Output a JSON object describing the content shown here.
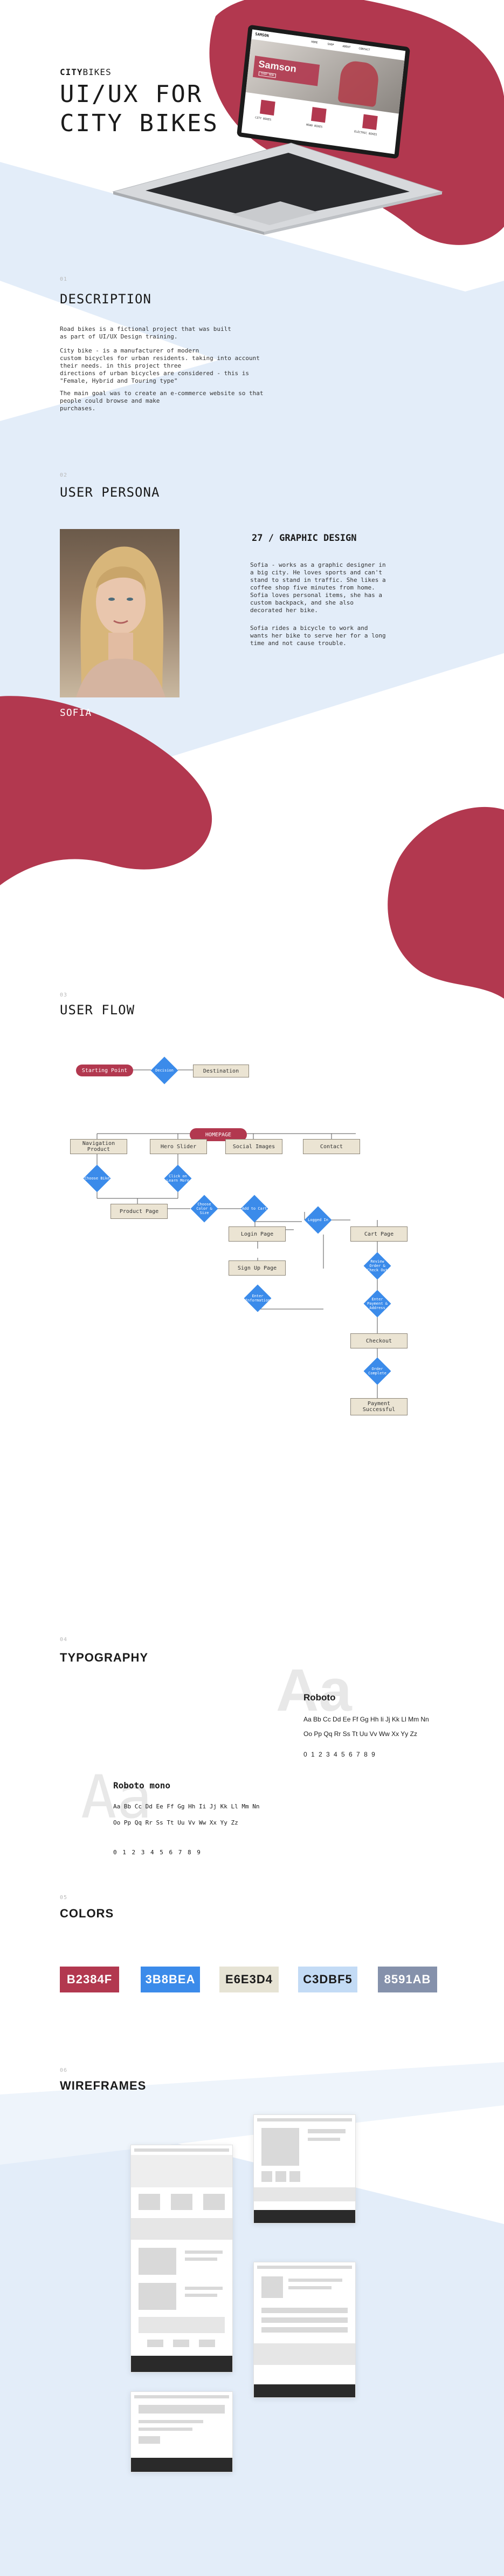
{
  "brand": {
    "bold": "CITY",
    "light": "BIKES"
  },
  "hero": {
    "title": "UI/UX FOR\nCITY BIKES"
  },
  "laptop": {
    "site_logo": "SAMSON",
    "nav_items": [
      "HOME",
      "SHOP",
      "ABOUT",
      "CONTACT"
    ],
    "hero_word": "Samson",
    "hero_button": "SHOP NOW",
    "categories": [
      "CITY BIKES",
      "ROAD BIKES",
      "ELECTRIC BIKES"
    ]
  },
  "description": {
    "num": "01",
    "title": "DESCRIPTION",
    "p1": "Road bikes is a fictional project that was built\nas part of UI/UX Design training.",
    "p2": "City bike - is a manufacturer of modern\ncustom bicycles for urban residents. taking into account\ntheir needs. in this project three\ndirections of urban bicycles are considered - this is\n\"Female, Hybrid and Touring type\"",
    "p3": "The main goal was to create an e-commerce website so that\npeople could browse and make\npurchases."
  },
  "persona": {
    "num": "02",
    "title": "USER PERSONA",
    "name": "SOFIA",
    "headline": "27 / GRAPHIC DESIGN",
    "p1": "Sofia - works as a graphic designer in\na big city. He loves sports and can't\nstand to stand in traffic. She likes a\ncoffee shop five minutes from home.\nSofia loves personal items, she has a\ncustom backpack, and she also\ndecorated her bike.",
    "p2": "Sofia rides a bicycle to work and\nwants her bike to serve her for a long\ntime and not cause trouble."
  },
  "userflow": {
    "num": "03",
    "title": "USER FLOW",
    "legend": {
      "start": "Starting Point",
      "decision": "Decision",
      "destination": "Destination"
    },
    "homepage": "HOMEPAGE",
    "nav": [
      "Navigation\nProduct",
      "Hero Slider",
      "Social Images",
      "Contact"
    ],
    "choose_bike": "Choose\nBike",
    "click_more": "Click on\nLearn More",
    "product_page": "Product Page",
    "choose_color": "Choose Color\n& Size",
    "add_cart": "Add to\nCart",
    "logged_in": "Logged In",
    "login_page": "Login Page",
    "signup_page": "Sign Up Page",
    "enter_info": "Enter\nInformation",
    "cart_page": "Cart Page",
    "review_order": "Review Order\n& Check Out",
    "enter_payment": "Enter Payment\n& Address",
    "checkout": "Checkout",
    "order_complete": "Order\nComplete",
    "payment_success": "Payment\nSuccessful"
  },
  "typography": {
    "num": "04",
    "title": "TYPOGRAPHY",
    "font1": {
      "big": "Aa",
      "name": "Roboto",
      "line1": "Aa Bb Cc Dd Ee Ff Gg Hh Ii Jj Kk Ll Mm Nn",
      "line2": "Oo Pp Qq Rr Ss Tt Uu Vv Ww Xx Yy Zz",
      "digits": "0 1 2 3 4 5 6 7 8 9"
    },
    "font2": {
      "big": "Aa",
      "name": "Roboto mono",
      "line1": "Aa Bb Cc Dd Ee Ff Gg Hh Ii Jj Kk Ll Mm Nn",
      "line2": "Oo Pp Qq Rr Ss Tt Uu Vv Ww Xx Yy Zz",
      "digits": "0 1 2 3 4 5 6 7 8 9"
    }
  },
  "colors": {
    "num": "05",
    "title": "COLORS",
    "swatches": [
      {
        "hex": "B2384F",
        "bg": "#B2384F",
        "fg": "#ffffff"
      },
      {
        "hex": "3B8BEA",
        "bg": "#3B8BEA",
        "fg": "#ffffff"
      },
      {
        "hex": "E6E3D4",
        "bg": "#E6E3D4",
        "fg": "#1a1a1a"
      },
      {
        "hex": "C3DBF5",
        "bg": "#C3DBF5",
        "fg": "#1a1a1a"
      },
      {
        "hex": "8591AB",
        "bg": "#8591AB",
        "fg": "#ffffff"
      }
    ]
  },
  "wireframes": {
    "num": "06",
    "title": "WIREFRAMES"
  },
  "theme": {
    "accent": "#B2384F",
    "blue": "#3B8BEA",
    "beige": "#E6E3D4",
    "light_blue_band": "#E3EDF9",
    "slate": "#8591AB"
  }
}
